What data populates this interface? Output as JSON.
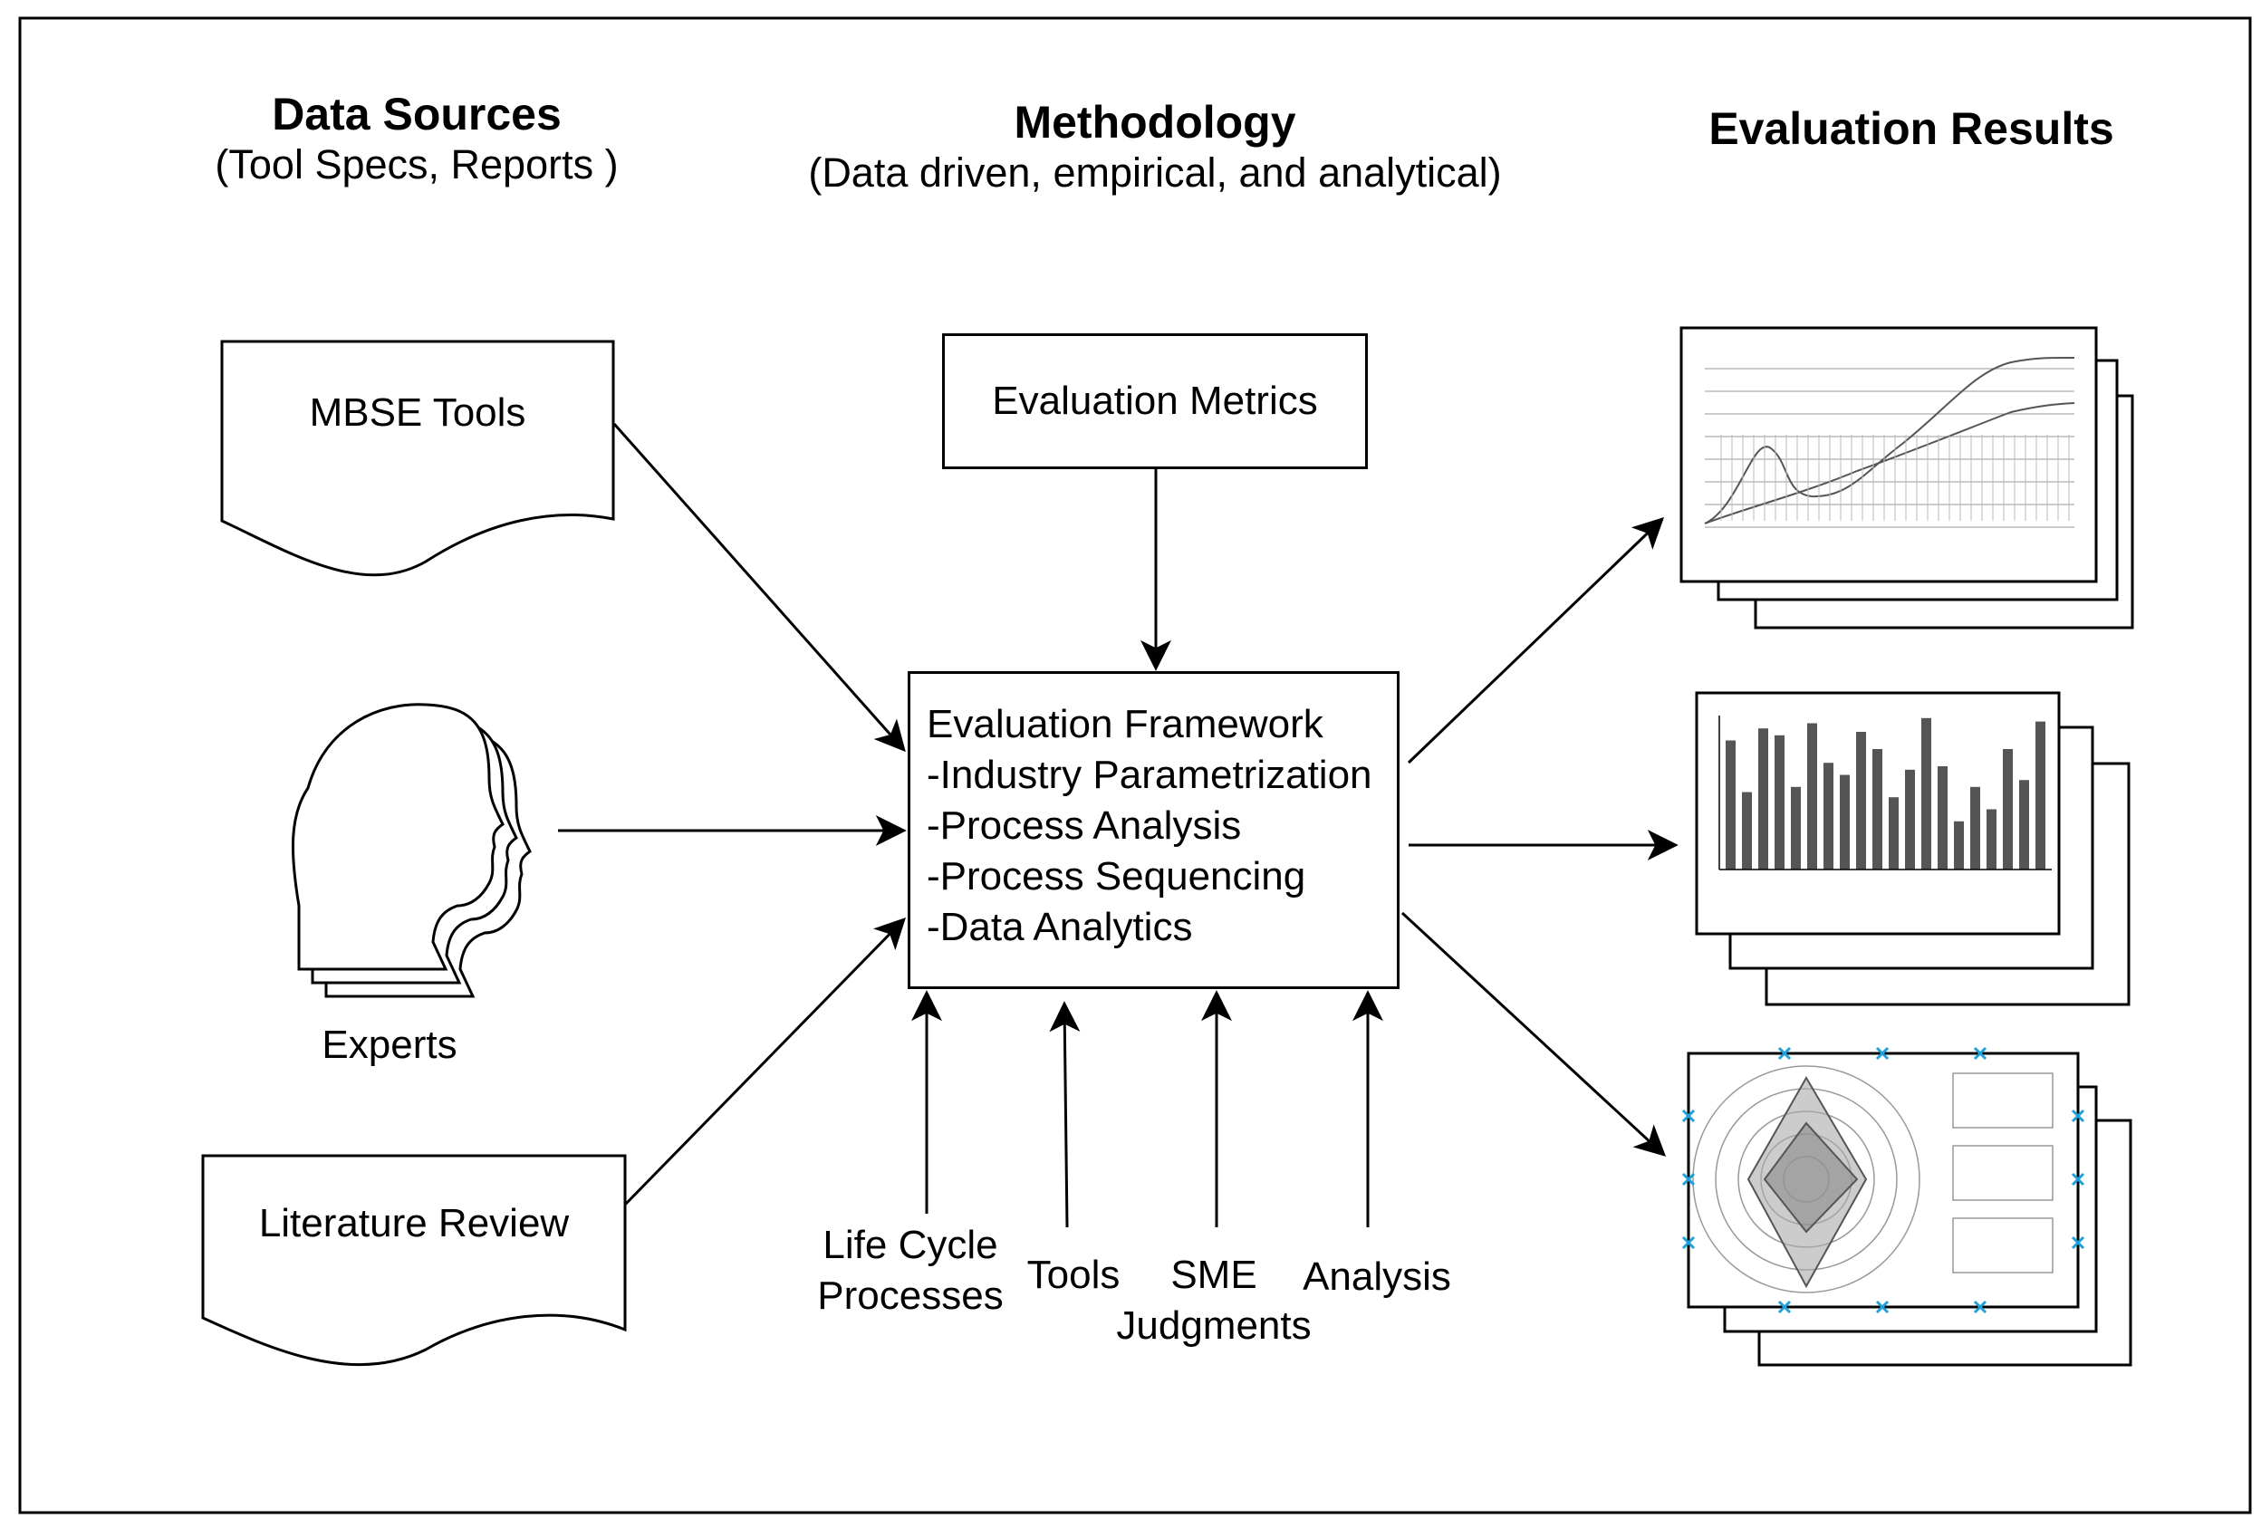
{
  "headers": {
    "data_sources": {
      "title": "Data Sources",
      "subtitle": "(Tool Specs, Reports )"
    },
    "methodology": {
      "title": "Methodology",
      "subtitle": "(Data driven, empirical, and analytical)"
    },
    "evaluation_results": {
      "title": "Evaluation Results"
    }
  },
  "sources": {
    "mbse_tools": "MBSE Tools",
    "experts": "Experts",
    "literature_review": "Literature Review"
  },
  "metrics_box": "Evaluation Metrics",
  "framework": {
    "title": "Evaluation Framework",
    "items": [
      "-Industry Parametrization",
      "-Process Analysis",
      "-Process Sequencing",
      "-Data Analytics"
    ]
  },
  "inputs": {
    "life_cycle": [
      "Life Cycle",
      "Processes"
    ],
    "tools": "Tools",
    "sme": [
      "SME",
      "Judgments"
    ],
    "analysis": "Analysis"
  },
  "colors": {
    "stroke": "#000000",
    "chart_gray": "#555555",
    "marker_blue": "#1ea0d8"
  }
}
